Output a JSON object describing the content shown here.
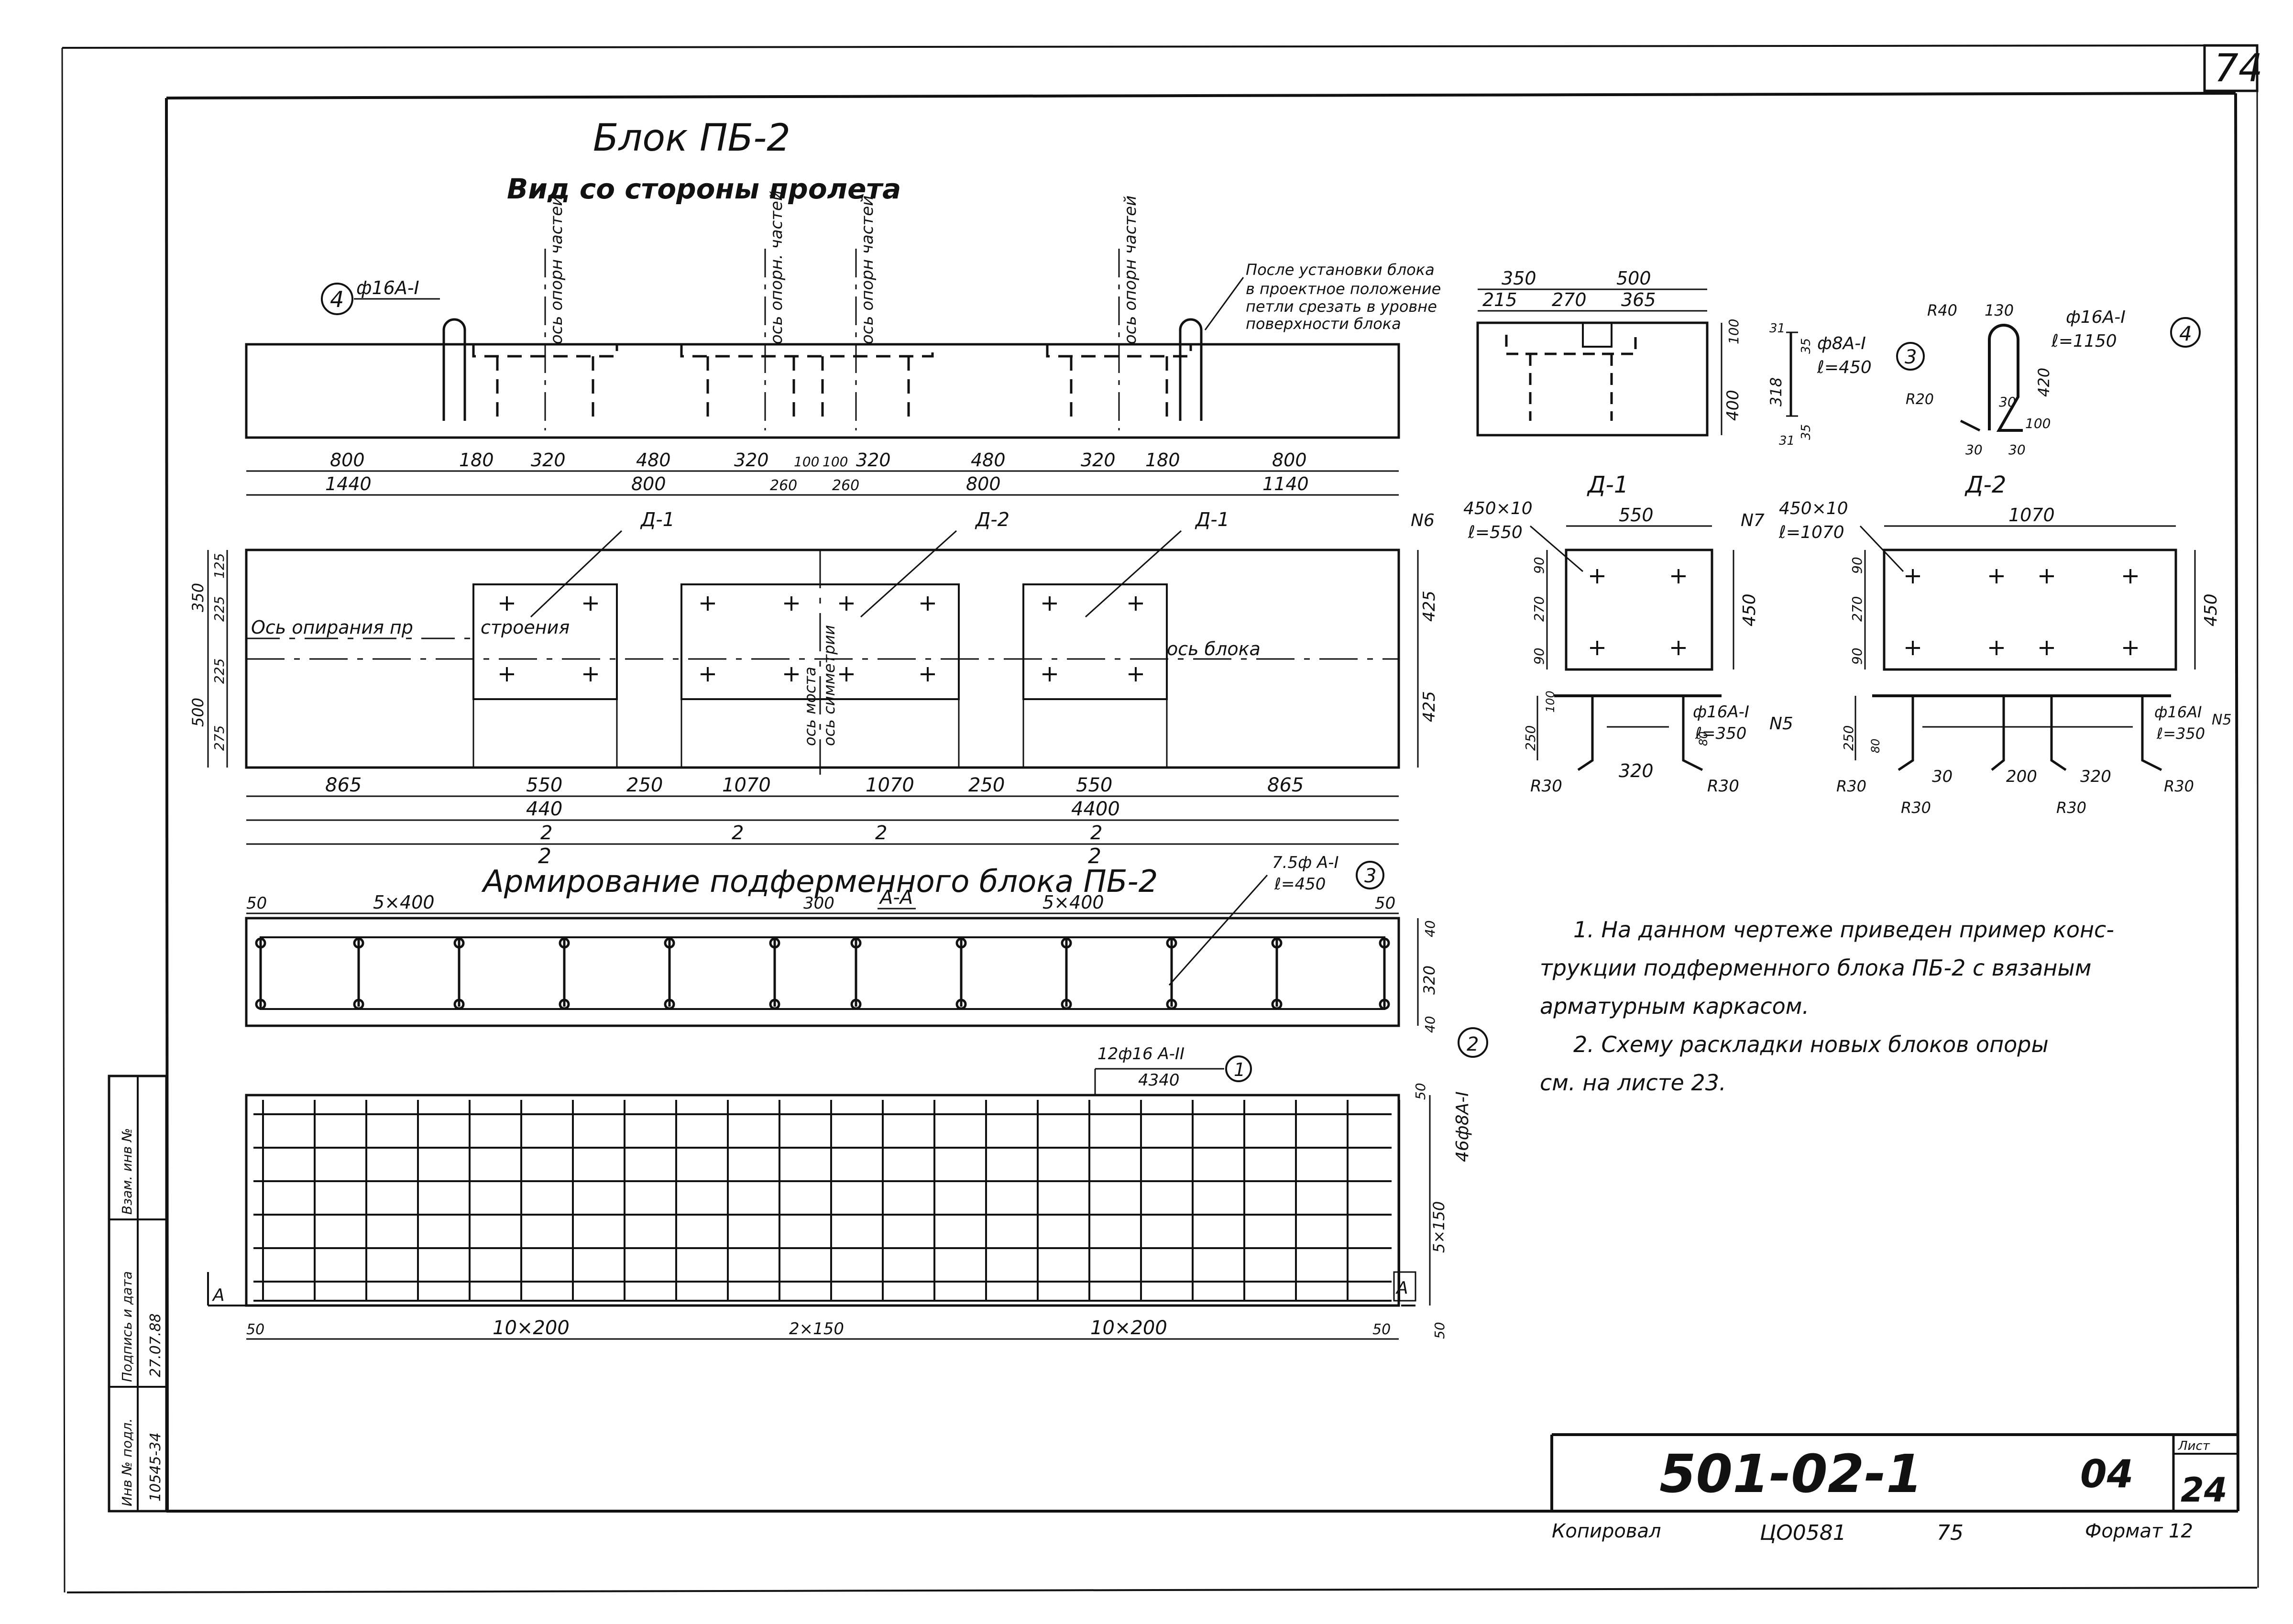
{
  "sheet": {
    "corner_number": "74",
    "title": "Блок ПБ-2",
    "subtitle": "Вид со стороны пролета",
    "reinforcement_title": "Армирование подферменного блока ПБ-2"
  },
  "elevation": {
    "loop_mark": "ф16А-I",
    "loop_num": "4",
    "axis_labels": [
      "ось опорн частей",
      "ось опорн. частей",
      "ось опорн частей",
      "ось опорн частей"
    ],
    "cut_note": [
      "После установки блока",
      "в проектное положение",
      "петли срезать в уровне",
      "поверхности блока"
    ],
    "dims_row1": [
      "800",
      "180",
      "320",
      "480",
      "320",
      "100",
      "100",
      "320",
      "480",
      "320",
      "180",
      "800"
    ],
    "dims_row2": [
      "1440",
      "800",
      "260",
      "260",
      "800",
      "1140"
    ]
  },
  "plan": {
    "pad_labels": [
      "Д-1",
      "Д-2",
      "Д-1"
    ],
    "support_axis": [
      "Ось опирания пр",
      "строения"
    ],
    "block_axis": "ось блока",
    "bridge_axis": [
      "ось моста",
      "ось симметрии"
    ],
    "left_dims": [
      "350",
      "225",
      "125",
      "500",
      "225",
      "275"
    ],
    "right_dims": [
      "425",
      "425"
    ],
    "bottom_row1": [
      "865",
      "550",
      "250",
      "1070",
      "1070",
      "250",
      "550",
      "865"
    ],
    "bottom_row2": [
      "440",
      "4400"
    ],
    "bottom_row3": [
      "2",
      "2",
      "2",
      "2"
    ]
  },
  "section_view": {
    "top_dims": [
      "350",
      "500"
    ],
    "sub_dims": [
      "215",
      "270",
      "365"
    ],
    "side_dims": [
      "100",
      "400"
    ]
  },
  "bar3": {
    "mark": "ф8А-I",
    "length": "ℓ=450",
    "num": "3",
    "dims": [
      "31",
      "35",
      "318",
      "31",
      "35"
    ]
  },
  "bar4": {
    "mark": "ф16А-I",
    "length": "ℓ=1150",
    "num": "4",
    "dims": [
      "R40",
      "130",
      "420",
      "R20",
      "30",
      "100",
      "30",
      "30"
    ]
  },
  "labels_d": [
    "Д-1",
    "Д-2"
  ],
  "d1": {
    "n": "N6",
    "plate": "450×10",
    "len": "ℓ=550",
    "w": "550",
    "h": "450",
    "vdims": [
      "90",
      "270",
      "90"
    ],
    "leg_mark": "ф16А-I",
    "leg_len": "ℓ=350",
    "leg_n": "N5",
    "leg_dims": [
      "250",
      "100",
      "320",
      "R30",
      "R30",
      "80"
    ]
  },
  "d2": {
    "n": "N7",
    "plate": "450×10",
    "len": "ℓ=1070",
    "w": "1070",
    "h": "450",
    "vdims": [
      "90",
      "270",
      "90"
    ],
    "leg_mark": "ф16АI",
    "leg_len": "ℓ=350",
    "leg_n": "N5",
    "leg_dims": [
      "250",
      "80",
      "30",
      "200",
      "320",
      "R30",
      "R30",
      "R30",
      "R30"
    ]
  },
  "section_aa": {
    "label": "А-А",
    "top_dims": [
      "50",
      "5×400",
      "300",
      "5×400",
      "50"
    ],
    "stirrup_mark": "7.5ф А-I",
    "stirrup_len": "ℓ=450",
    "stirrup_num": "3",
    "right_dims": [
      "40",
      "320",
      "40"
    ]
  },
  "plan_reinf": {
    "main_mark": "12ф16 А-II",
    "main_len": "4340",
    "main_num": "1",
    "side_mark": "46ф8А-I",
    "side_num": "2",
    "right_dims": [
      "50",
      "5×150",
      "50"
    ],
    "bottom_dims": [
      "50",
      "10×200",
      "2×150",
      "10×200",
      "50"
    ],
    "section_mark": "А"
  },
  "notes": [
    "1. На данном чертеже приведен пример конс-",
    "трукции подферменного блока ПБ-2 с вязаным",
    "арматурным каркасом.",
    "2. Схему раскладки новых блоков опоры",
    "см. на листе 23."
  ],
  "stamp": {
    "code": "501-02-1",
    "sheet_code": "04",
    "list_label": "Лист",
    "list_num": "24",
    "copied_label": "Копировал",
    "copier": "ЦО0581",
    "copy_num": "75",
    "format_label": "Формат 12"
  },
  "side_stamp": {
    "headers": [
      "Инв № подл.",
      "Подпись и дата",
      "Взам. инв №"
    ],
    "values": [
      "10545-34",
      "27.07.88",
      ""
    ]
  }
}
